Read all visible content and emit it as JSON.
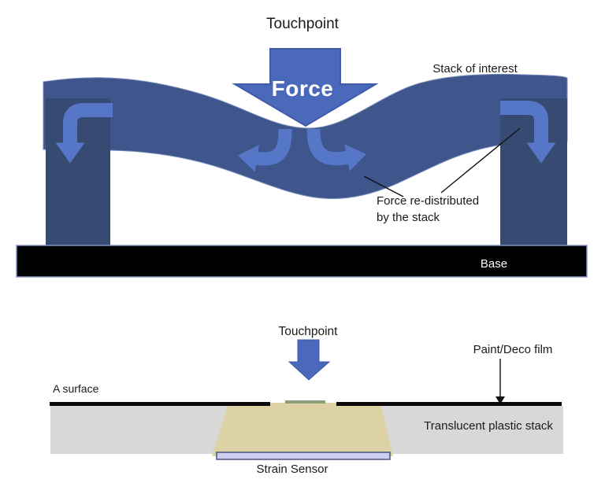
{
  "top_diagram": {
    "touchpoint_label": "Touchpoint",
    "force_label": "Force",
    "stack_of_interest_label": "Stack of interest",
    "redistributed_line1": "Force re-distributed",
    "redistributed_line2": "by the stack",
    "base_label": "Base"
  },
  "bottom_diagram": {
    "touchpoint_label": "Touchpoint",
    "paint_deco_label": "Paint/Deco film",
    "surface_label": "A surface",
    "translucent_label": "Translucent plastic stack",
    "strain_sensor_label": "Strain Sensor"
  },
  "colors": {
    "stack_band": "#3F568C",
    "pillar": "#374B72",
    "flow_arrow": "#5677C7",
    "force_arrow": "#4A69BB",
    "force_arrow_border": "#3E5CA8",
    "base_fill": "#000000",
    "base_border": "#8096C8",
    "plastic_stack": "#D8D8D8",
    "paint_film": "#0A0A0A",
    "pressed_region": "#DCD2A6",
    "contact_line": "#8BA17C",
    "strain_sensor_fill": "#CDCDF2",
    "strain_sensor_border": "#4A5579",
    "annotation_line": "#111111"
  }
}
